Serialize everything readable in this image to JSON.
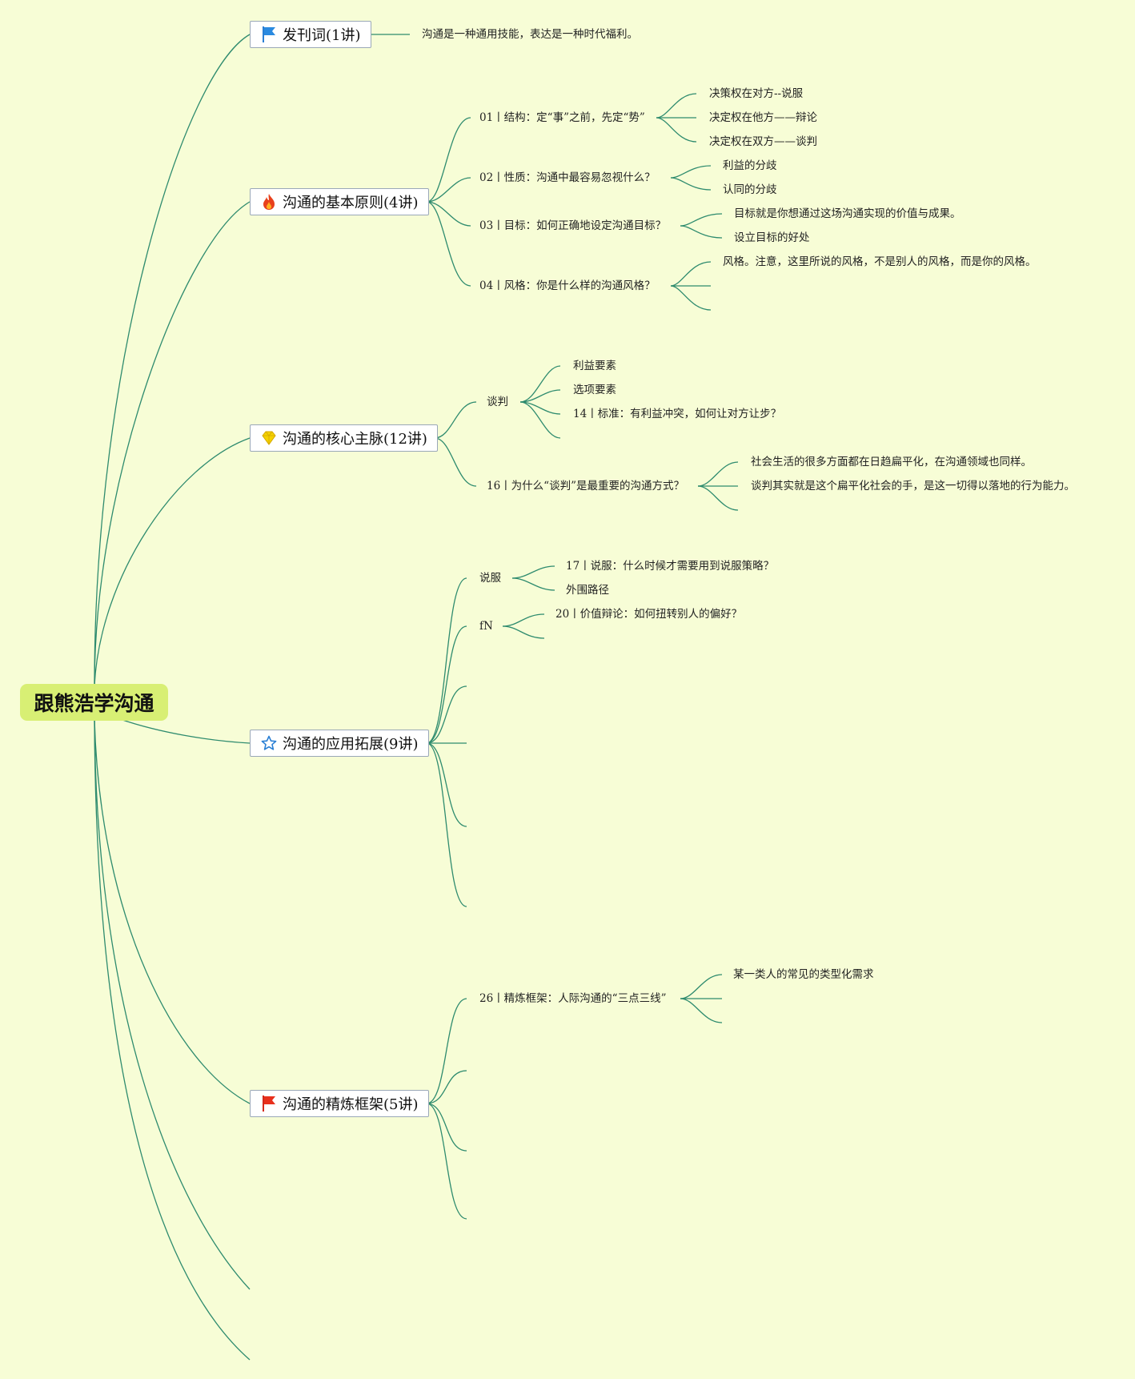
{
  "root": {
    "label": "跟熊浩学沟通"
  },
  "topics": [
    {
      "label": "发刊词(1讲)",
      "icon": "blue-flag-icon"
    },
    {
      "label": "沟通的基本原则(4讲)",
      "icon": "fire-icon"
    },
    {
      "label": "沟通的核心主脉(12讲)",
      "icon": "gem-icon"
    },
    {
      "label": "沟通的应用拓展(9讲)",
      "icon": "star-icon"
    },
    {
      "label": "沟通的精炼框架(5讲)",
      "icon": "red-flag-icon"
    }
  ],
  "foreword": {
    "note": "沟通是一种通用技能，表达是一种时代福利。"
  },
  "principles": {
    "lessons": [
      {
        "label": "01丨结构：定“事”之前，先定“势”",
        "children": [
          "决策权在对方--说服",
          "决定权在他方——辩论",
          "决定权在双方——谈判"
        ]
      },
      {
        "label": "02丨性质：沟通中最容易忽视什么？",
        "children": [
          "利益的分歧",
          "认同的分歧"
        ]
      },
      {
        "label": "03丨目标：如何正确地设定沟通目标？",
        "children": [
          "目标就是你想通过这场沟通实现的价值与成果。",
          "设立目标的好处"
        ]
      },
      {
        "label": "04丨风格：你是什么样的沟通风格？",
        "children": [
          "风格。注意，这里所说的风格，不是别人的风格，而是你的风格。"
        ]
      }
    ]
  },
  "core": {
    "negotiation": {
      "label": "谈判",
      "children": [
        "利益要素",
        "选项要素",
        "14丨标准：有利益冲突，如何让对方让步？"
      ]
    },
    "lesson16": {
      "label": "16丨为什么“谈判”是最重要的沟通方式？",
      "children": [
        "社会生活的很多方面都在日趋扁平化，在沟通领域也同样。",
        "谈判其实就是这个扁平化社会的手，是这一切得以落地的行为能力。"
      ]
    }
  },
  "application": {
    "persuasion": {
      "label": "说服",
      "children": [
        "17丨说服：什么时候才需要用到说服策略？",
        "外围路径"
      ]
    },
    "debate": {
      "label": "fN",
      "children": [
        "20丨价值辩论：如何扭转别人的偏好？"
      ]
    }
  },
  "framework": {
    "lesson26": {
      "label": "26丨精炼框架：人际沟通的“三点三线”",
      "children": [
        "某一类人的常见的类型化需求"
      ]
    }
  },
  "colors": {
    "background": "#f7fdd6",
    "root_fill": "#d8ef74",
    "link": "#2e8b6e",
    "topic_border": "#9aa8b8"
  }
}
